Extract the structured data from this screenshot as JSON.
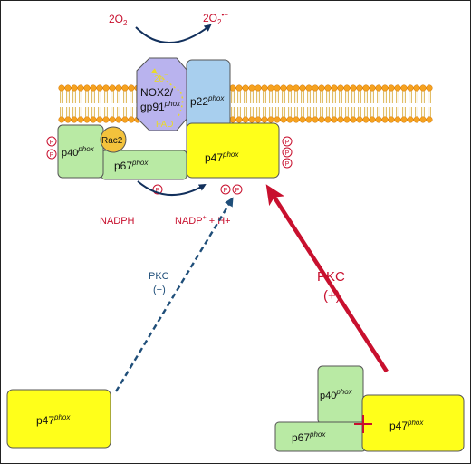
{
  "colors": {
    "red_text": "#c8102e",
    "blue_text": "#1f4e79",
    "nox2_fill": "#b9b3ee",
    "p22_fill": "#a8cfee",
    "green_fill": "#b9eaa4",
    "yellow_fill": "#ffff1a",
    "rac2_fill": "#f3c23c",
    "lipid_head": "#f6a21f",
    "arc_arrow": "#12305c",
    "pkc_plus_arrow": "#c8102e",
    "pkc_minus_arrow": "#1f4e79"
  },
  "oxygen": {
    "base": "2O",
    "sub": "2",
    "prod_base": "2O",
    "prod_sub": "2",
    "prod_sup": "•−"
  },
  "nox2": {
    "line1": "NOX2/",
    "line2_base": "gp91",
    "line2_sup": "phox",
    "electrons": "2e",
    "electrons_sup": "−",
    "fad": "FAD"
  },
  "p22": {
    "base": "p22",
    "sup": "phox"
  },
  "rac2": {
    "label": "Rac2"
  },
  "p40_top": {
    "base": "p40",
    "sup": "phox"
  },
  "p67_top": {
    "base": "p67",
    "sup": "phox"
  },
  "p47_top": {
    "base": "p47",
    "sup": "phox"
  },
  "phospho": {
    "label": "P"
  },
  "nadph": {
    "reactant": "NADPH",
    "product_base": "NADP",
    "product_sup": "+",
    "product_rest": " + H+"
  },
  "pkc_minus": {
    "line1": "PKC",
    "line2": "(−)"
  },
  "pkc_plus": {
    "line1": "PKC",
    "line2": "(+)"
  },
  "p47_free": {
    "base": "p47",
    "sup": "phox"
  },
  "p40_bottom": {
    "base": "p40",
    "sup": "phox"
  },
  "p67_bottom": {
    "base": "p67",
    "sup": "phox"
  },
  "p47_bottom": {
    "base": "p47",
    "sup": "phox"
  }
}
